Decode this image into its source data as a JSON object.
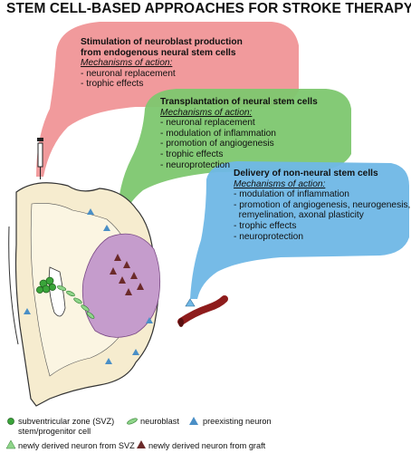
{
  "title": "STEM CELL-BASED APPROACHES FOR STROKE THERAPY",
  "boxes": {
    "endogenous": {
      "heading_line1": "Stimulation of neuroblast production",
      "heading_line2": "from endogenous neural stem cells",
      "mechanisms_label": "Mechanisms of action:",
      "items": [
        "- neuronal replacement",
        "- trophic effects"
      ],
      "color": "#ef8f91"
    },
    "transplant": {
      "heading": "Transplantation of neural stem cells",
      "mechanisms_label": "Mechanisms of action:",
      "items": [
        "- neuronal replacement",
        "- modulation of inflammation",
        "- promotion of angiogenesis",
        "- trophic effects",
        "- neuroprotection"
      ],
      "color": "#7dc76f"
    },
    "nonneural": {
      "heading": "Delivery of non-neural stem cells",
      "mechanisms_label": "Mechanisms of action:",
      "items": [
        "- modulation of inflammation",
        "- promotion of angiogenesis, neurogenesis,",
        "  remyelination, axonal plasticity",
        "- trophic effects",
        "- neuroprotection"
      ],
      "color": "#6fb7e6"
    }
  },
  "legend": {
    "svz_line1": "subventricular zone (SVZ)",
    "svz_line2": "stem/progenitor cell",
    "neuroblast": "neuroblast",
    "preexisting": "preexisting neuron",
    "new_svz": "newly derived neuron from SVZ",
    "new_graft": "newly derived neuron from graft"
  },
  "colors": {
    "brain_fill": "#f6eccf",
    "brain_outline": "#333333",
    "stroke_area": "#c59ccc",
    "svz_cell": "#3aa53a",
    "graft_neuron": "#6b2a2a",
    "preexisting_neuron": "#4a8fc6",
    "vessel": "#8e1c1c"
  },
  "icons": [
    "syringe-icon",
    "blood-vessel-icon",
    "brain-section"
  ]
}
